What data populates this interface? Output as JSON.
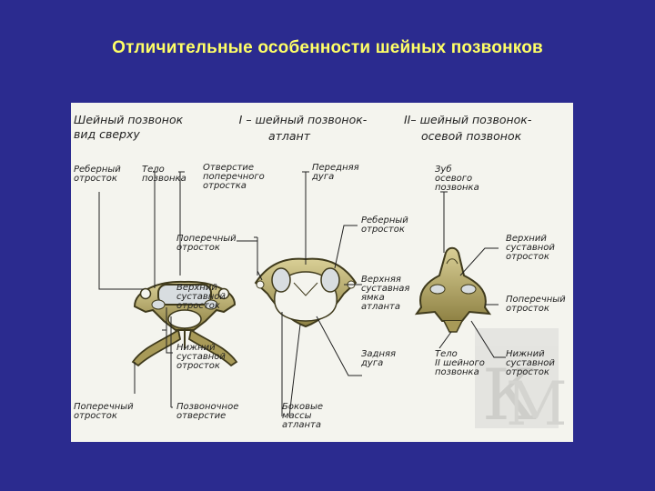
{
  "slide": {
    "title": "Отличительные особенности шейных позвонков"
  },
  "figure": {
    "headers": {
      "col1": "Шейный позвонок\nвид сверху",
      "col2_line1": "I – шейный позвонок-",
      "col2_line2": "атлант",
      "col3_line1": "II– шейный позвонок-",
      "col3_line2": "осевой позвонок"
    },
    "labels": {
      "rib_process_1": "Реберный\nотросток",
      "vertebral_body": "Тело\nпозвонка",
      "transverse_foramen": "Отверстие\nпоперечного\nотростка",
      "anterior_arch": "Передняя\nдуга",
      "dens": "Зуб\nосевого\nпозвонка",
      "rib_process_2": "Реберный\nотросток",
      "transverse_process_1": "Поперечный\nотросток",
      "superior_articular_3": "Верхний\nсуставной\nотросток",
      "superior_articular_1": "Верхний\nсуставной\nотросток",
      "superior_articular_fossa": "Верхняя\nсуставная\nямка\nатланта",
      "transverse_process_3": "Поперечный\nотросток",
      "inferior_articular_1": "Нижний\nсуставной\nотросток",
      "posterior_arch": "Задняя\nдуга",
      "body_axis": "Тело\nII шейного\nпозвонка",
      "inferior_articular_3": "Нижний\nсуставной\nотросток",
      "transverse_process_2": "Поперечный\nотросток",
      "vertebral_foramen": "Позвоночное\nотверстие",
      "lateral_masses": "Боковые\nмассы\nатланта"
    },
    "colors": {
      "bone": "#b5a86a",
      "bone_dark": "#3f3a1c",
      "cartilage": "#d8dde0"
    }
  }
}
